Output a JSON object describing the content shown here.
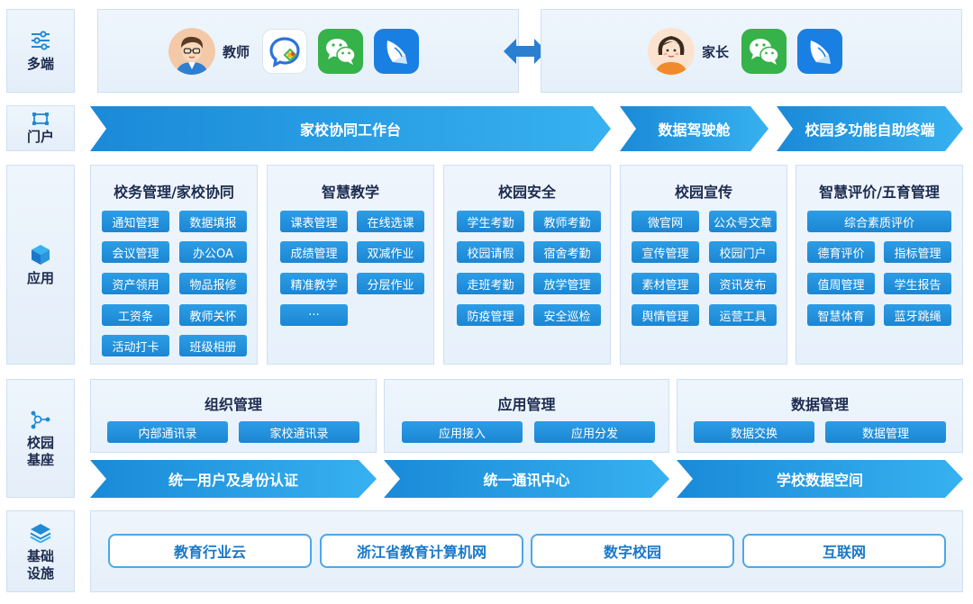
{
  "rows": {
    "multi_end": "多端",
    "portal": "门户",
    "apps": "应用",
    "campus_base": "校园\n基座",
    "infrastructure": "基础\n设施"
  },
  "endpoints": {
    "teacher": {
      "label": "教师",
      "apps": [
        "dingtalk-icon",
        "wechat-icon",
        "feishu-icon"
      ]
    },
    "parent": {
      "label": "家长",
      "apps": [
        "wechat-icon",
        "feishu-icon"
      ]
    }
  },
  "portal": [
    "家校协同工作台",
    "数据驾驶舱",
    "校园多功能自助终端"
  ],
  "app_columns": [
    {
      "title": "校务管理/家校协同",
      "items": [
        "通知管理",
        "数据填报",
        "会议管理",
        "办公OA",
        "资产领用",
        "物品报修",
        "工资条",
        "教师关怀",
        "活动打卡",
        "班级相册"
      ]
    },
    {
      "title": "智慧教学",
      "items": [
        "课表管理",
        "在线选课",
        "成绩管理",
        "双减作业",
        "精准教学",
        "分层作业",
        "···"
      ]
    },
    {
      "title": "校园安全",
      "items": [
        "学生考勤",
        "教师考勤",
        "校园请假",
        "宿舍考勤",
        "走班考勤",
        "放学管理",
        "防疫管理",
        "安全巡检"
      ]
    },
    {
      "title": "校园宣传",
      "items": [
        "微官网",
        "公众号文章",
        "宣传管理",
        "校园门户",
        "素材管理",
        "资讯发布",
        "舆情管理",
        "运营工具"
      ]
    },
    {
      "title": "智慧评价/五育管理",
      "wide_item": "综合素质评价",
      "items": [
        "德育评价",
        "指标管理",
        "值周管理",
        "学生报告",
        "智慧体育",
        "蓝牙跳绳"
      ]
    }
  ],
  "base": [
    {
      "title": "组织管理",
      "items": [
        "内部通讯录",
        "家校通讯录"
      ]
    },
    {
      "title": "应用管理",
      "items": [
        "应用接入",
        "应用分发"
      ]
    },
    {
      "title": "数据管理",
      "items": [
        "数据交换",
        "数据管理"
      ]
    }
  ],
  "base_bar": [
    "统一用户及身份认证",
    "统一通讯中心",
    "学校数据空间"
  ],
  "infrastructure": [
    "教育行业云",
    "浙江省教育计算机网",
    "数字校园",
    "互联网"
  ],
  "colors": {
    "accent": "#1f8ad6",
    "accent_light": "#38b2f0",
    "panel": "#eaf3fc",
    "text": "#1d2b4f"
  }
}
